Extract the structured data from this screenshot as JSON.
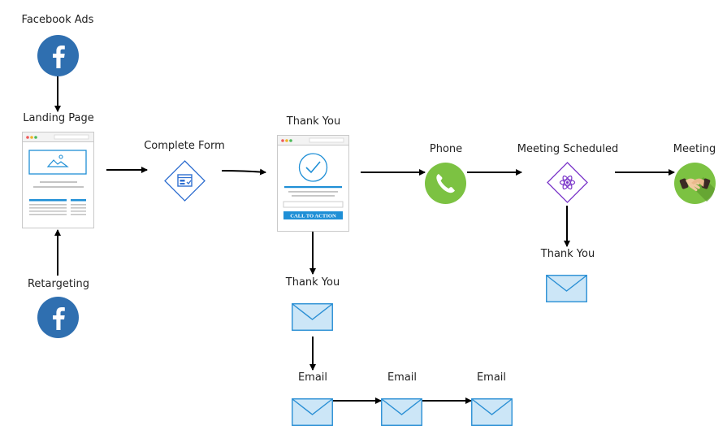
{
  "diagram": {
    "nodes": {
      "facebook_ads": {
        "label": "Facebook Ads",
        "icon": "facebook-icon"
      },
      "landing_page": {
        "label": "Landing Page",
        "icon": "landing-page-icon"
      },
      "retargeting": {
        "label": "Retargeting",
        "icon": "facebook-icon"
      },
      "complete_form": {
        "label": "Complete Form",
        "icon": "form-icon"
      },
      "thank_you_page": {
        "label": "Thank You",
        "icon": "thank-you-page-icon",
        "button_text": "CALL TO ACTION"
      },
      "phone": {
        "label": "Phone",
        "icon": "phone-icon"
      },
      "meeting_scheduled": {
        "label": "Meeting Scheduled",
        "icon": "atom-icon"
      },
      "meeting": {
        "label": "Meeting",
        "icon": "handshake-icon"
      },
      "thank_you_email_meeting": {
        "label": "Thank You",
        "icon": "email-icon"
      },
      "thank_you_email": {
        "label": "Thank You",
        "icon": "email-icon"
      },
      "email_1": {
        "label": "Email",
        "icon": "email-icon"
      },
      "email_2": {
        "label": "Email",
        "icon": "email-icon"
      },
      "email_3": {
        "label": "Email",
        "icon": "email-icon"
      }
    },
    "colors": {
      "facebook": "#2f6fb0",
      "blue_accent": "#1f8fd6",
      "diamond_blue": "#2f6fd0",
      "diamond_purple": "#7a35c9",
      "phone_green": "#7cc242",
      "email_fill": "#cce6f7",
      "email_stroke": "#2a8fd4",
      "arrow": "#000000"
    }
  }
}
